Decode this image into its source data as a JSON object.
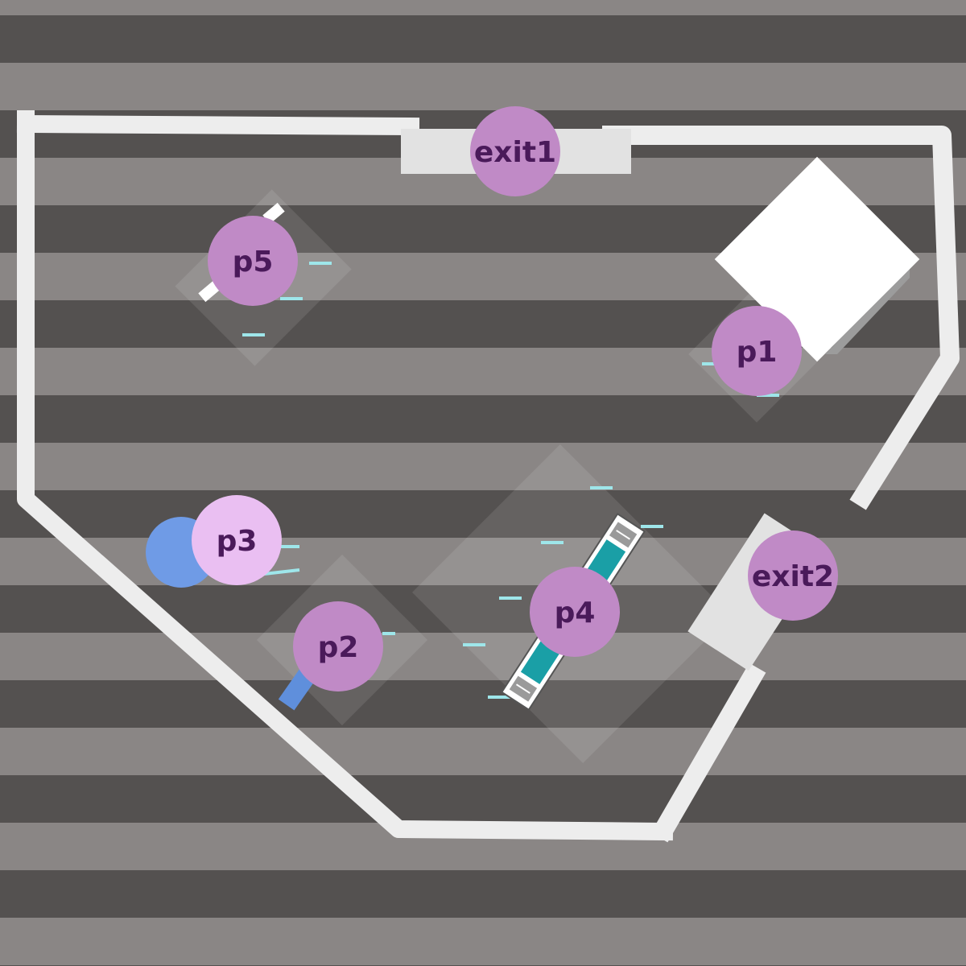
{
  "colors": {
    "stripe_light": "#8a8685",
    "stripe_dark": "#545150",
    "wall": "#ededed",
    "marker_fill": "#c08ac6",
    "marker_highlight": "#eabff2",
    "marker_text": "#4a1a5a",
    "agent_blue": "#6f9be6",
    "robot_teal": "#1a9fa6",
    "tick_cyan": "#9ee6ea"
  },
  "markers": {
    "exit1": "exit1",
    "exit2": "exit2",
    "p1": "p1",
    "p2": "p2",
    "p3": "p3",
    "p4": "p4",
    "p5": "p5"
  },
  "icons": {
    "agent": "blue-circle-agent-icon",
    "robot": "teal-robot-icon",
    "obstacle": "white-box-obstacle-icon"
  }
}
